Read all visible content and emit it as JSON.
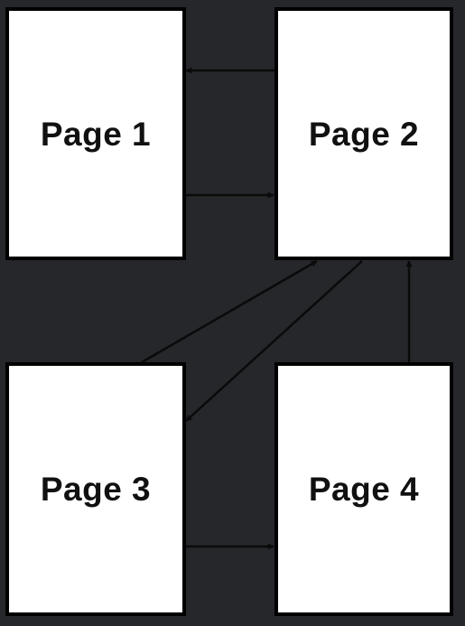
{
  "colors": {
    "background": "#25272b",
    "page_fill": "#ffffff",
    "page_border": "#000000",
    "text": "#111111",
    "arrow": "#0a0a0a"
  },
  "pages": [
    {
      "id": "page-1",
      "label": "Page 1"
    },
    {
      "id": "page-2",
      "label": "Page 2"
    },
    {
      "id": "page-3",
      "label": "Page 3"
    },
    {
      "id": "page-4",
      "label": "Page 4"
    }
  ],
  "links": [
    {
      "from": "page-2",
      "to": "page-1"
    },
    {
      "from": "page-1",
      "to": "page-2"
    },
    {
      "from": "page-3",
      "to": "page-2"
    },
    {
      "from": "page-2",
      "to": "page-3"
    },
    {
      "from": "page-4",
      "to": "page-2"
    },
    {
      "from": "page-3",
      "to": "page-4"
    }
  ]
}
